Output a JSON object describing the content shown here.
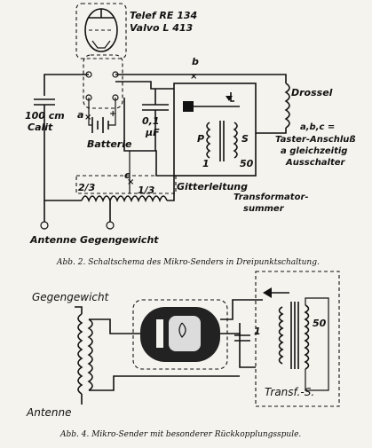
{
  "figure1": {
    "tube_label_line1": "Telef RE 134",
    "tube_label_line2": "Valvo L 413",
    "capacitor_left_line1": "100 cm",
    "capacitor_left_line2": "Calit",
    "battery_label": "Batterie",
    "capacitor_mid_line1": "0,1",
    "capacitor_mid_line2": "µF",
    "drossel_label": "Drossel",
    "key_note_line1": "a,b,c =",
    "key_note_line2": "Taster-Anschluß",
    "key_note_line3": "a gleichzeitig",
    "key_note_line4": "Ausschalter",
    "point_a": "a",
    "point_b": "b",
    "point_c": "c",
    "transformer_P": "P",
    "transformer_S": "S",
    "winding_1": "1",
    "winding_50": "50",
    "coil_two_thirds": "2/3",
    "coil_one_third": "1/3",
    "gitterleitung_label": "Gitterleitung",
    "transformer_summer_line1": "Transformator-",
    "transformer_summer_line2": "summer",
    "antenna_label": "Antenne",
    "counterpoise_label": "Gegengewicht",
    "caption": "Abb. 2. Schaltschema des Mikro-Senders in Dreipunktschaltung."
  },
  "figure2": {
    "counterpoise_label": "Gegengewicht",
    "antenna_label": "Antenne",
    "winding_1": "1",
    "winding_50": "50",
    "transformer_label": "Transf.-S.",
    "caption": "Abb. 4. Mikro-Sender mit besonderer Rückkopplungsspule."
  }
}
